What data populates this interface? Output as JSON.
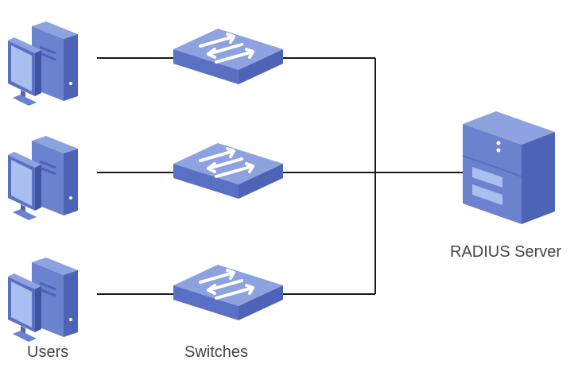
{
  "labels": {
    "users": "Users",
    "switches": "Switches",
    "server": "RADIUS Server"
  },
  "colors": {
    "line": "#1a1a1a",
    "device_top": "#8ea2e0",
    "device_front": "#6b82cf",
    "device_side": "#4d63b5",
    "screen": "#a9bff0",
    "screen_frame": "#5a70c4",
    "arrow": "#ffffff"
  },
  "devices": {
    "users": [
      "user-pc",
      "user-pc",
      "user-pc"
    ],
    "switches": [
      "switch",
      "switch",
      "switch"
    ],
    "server": "radius-server"
  }
}
